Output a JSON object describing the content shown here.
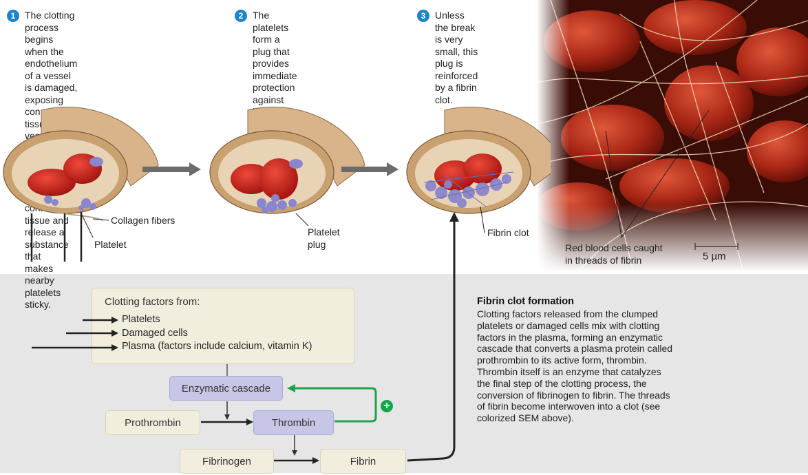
{
  "steps": [
    {
      "number": "1",
      "text": "The clotting process begins when the\nendothelium of a vessel is damaged,\nexposing connective tissue in the\nvessel wall to blood. Platelets adhere\nto collagen fibers in the connective\ntissue and release a substance that\nmakes nearby platelets sticky."
    },
    {
      "number": "2",
      "text": "The platelets\nform a plug that\nprovides immediate\nprotection against\nblood loss."
    },
    {
      "number": "3",
      "text": "Unless the break\nis very small, this\nplug is reinforced\nby a fibrin clot."
    }
  ],
  "labels": {
    "collagen_fibers": "Collagen fibers",
    "platelet": "Platelet",
    "platelet_plug": "Platelet\nplug",
    "fibrin_clot": "Fibrin clot",
    "sem_caption": "Red blood cells caught\nin threads of fibrin",
    "scale_bar": "5 µm"
  },
  "factors": {
    "title": "Clotting factors from:",
    "items": [
      "Platelets",
      "Damaged cells",
      "Plasma (factors include calcium, vitamin K)"
    ]
  },
  "cascade": {
    "enzymatic_cascade": "Enzymatic cascade",
    "prothrombin": "Prothrombin",
    "thrombin": "Thrombin",
    "fibrinogen": "Fibrinogen",
    "fibrin": "Fibrin",
    "feedback_sign": "+"
  },
  "description": {
    "title": "Fibrin clot formation",
    "body": "Clotting factors released from the clumped\nplatelets or damaged cells mix with clotting\nfactors in the plasma, forming an enzymatic\ncascade that converts a plasma protein called\nprothrombin to its active form, thrombin.\nThrombin itself is an enzyme that catalyzes\nthe final step of the clotting process, the\nconversion of fibrinogen to fibrin. The threads\nof fibrin become interwoven into a clot (see\ncolorized SEM above)."
  },
  "colors": {
    "step_number": "#1a86c8",
    "vessel_outer": "#d9b48a",
    "vessel_inner": "#c9a070",
    "red_cell": "#c8201c",
    "platelet": "#8a86cc",
    "arrow": "#222222",
    "progress_arrow": "#6b6b6b",
    "feedback": "#1aa34a",
    "band": "#e6e6e6"
  }
}
